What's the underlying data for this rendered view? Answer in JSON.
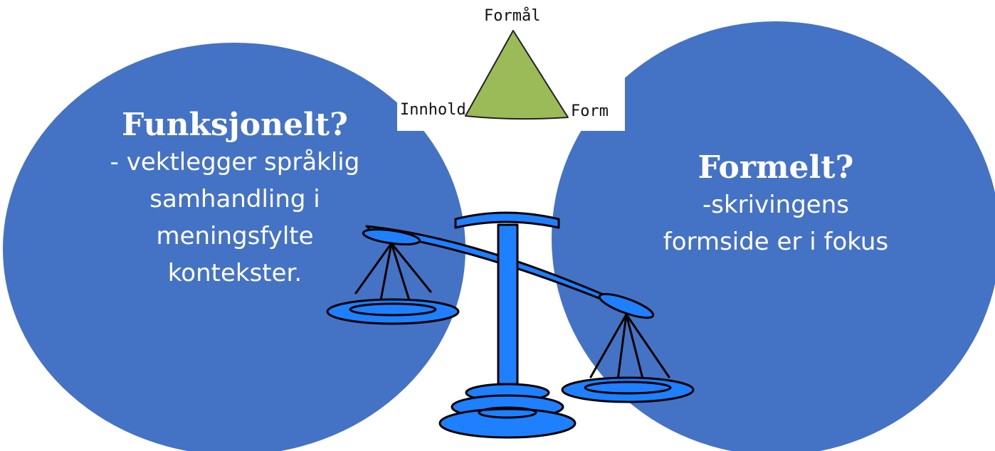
{
  "triangle": {
    "top_label": "Formål",
    "left_label": "Innhold",
    "right_label": "Form",
    "fill_color": "#9bbb59"
  },
  "left_circle": {
    "heading": "Funksjonelt?",
    "lines": [
      "- vektlegger språklig",
      "samhandling i",
      "meningsfylte",
      "kontekster."
    ],
    "color": "#4472c4"
  },
  "right_circle": {
    "heading": "Formelt?",
    "lines": [
      "-skrivingens",
      "formside er i fokus"
    ],
    "color": "#4472c4"
  },
  "scale": {
    "icon": "balance-scale-icon",
    "color": "#1e7fff"
  }
}
